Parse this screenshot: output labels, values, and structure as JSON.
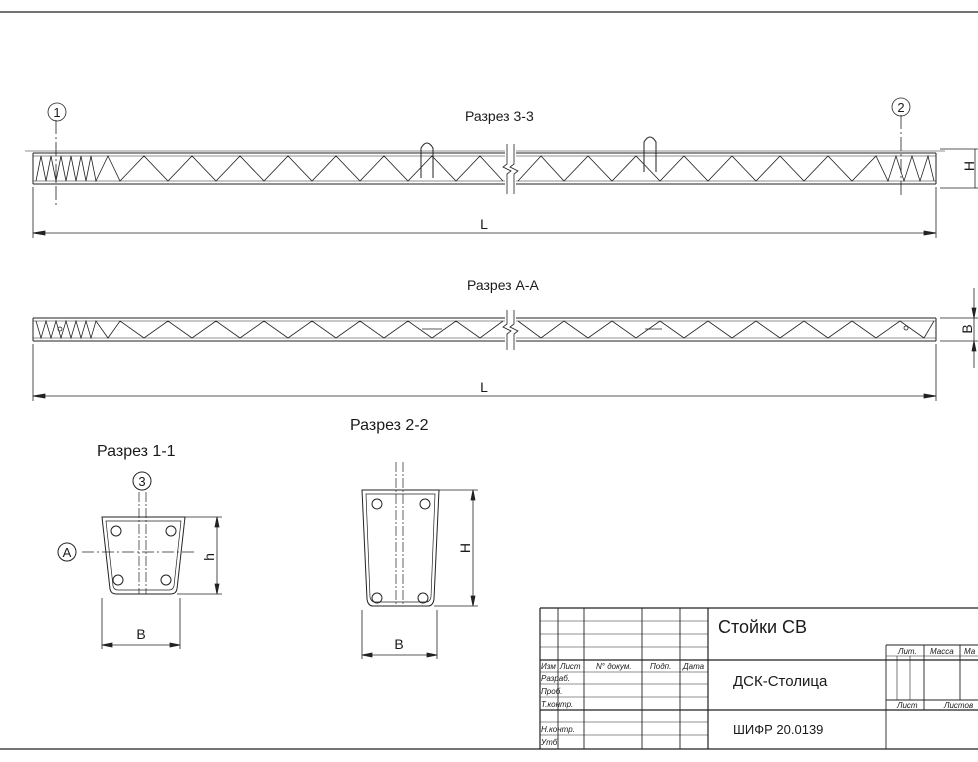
{
  "views": {
    "section_3_3": "Разрез 3-3",
    "section_a_a": "Разрез А-А",
    "section_1_1": "Разрез 1-1",
    "section_2_2": "Разрез 2-2"
  },
  "dimensions": {
    "length": "L",
    "height": "H",
    "width": "B",
    "small_height": "h"
  },
  "markers": {
    "one": "1",
    "two": "2",
    "three": "3",
    "a": "A"
  },
  "title_block": {
    "headers": {
      "change": "Изм",
      "sheet": "Лист",
      "doc_no": "N° докум.",
      "sign": "Подп.",
      "date": "Дата"
    },
    "roles": {
      "developer": "Разраб.",
      "checked": "Проб.",
      "tech_control": "Т.контр.",
      "norm_control": "Н.контр.",
      "approved": "Утб."
    },
    "title": "Стойки СВ",
    "organization": "ДСК-Столица",
    "code": "ШИФР 20.0139",
    "lit_header": "Лит.",
    "mass_header": "Масса",
    "scale_header": "Ма",
    "sheet_label": "Лист",
    "sheets_label": "Листов"
  }
}
